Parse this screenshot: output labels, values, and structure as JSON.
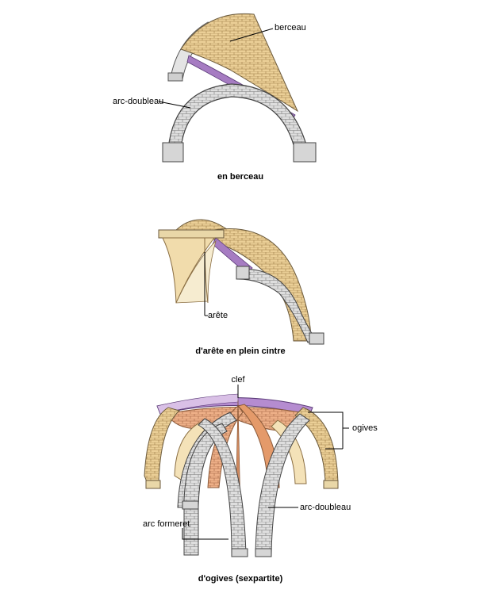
{
  "vaults": [
    {
      "caption": "en berceau",
      "labels": {
        "berceau": "berceau",
        "arc_doubleau": "arc-doubleau"
      }
    },
    {
      "caption": "d'arête en plein cintre",
      "labels": {
        "arete": "arête"
      }
    },
    {
      "caption": "d'ogives (sexpartite)",
      "labels": {
        "clef": "clef",
        "ogives": "ogives",
        "arc_formeret": "arc formeret",
        "arc_doubleau": "arc-doubleau"
      }
    }
  ],
  "colors": {
    "stone_light": "#f2e6c8",
    "stone_tan": "#e0c48c",
    "stone_grey": "#d8d8d8",
    "brick_violet": "#9a6fb8",
    "web_orange": "#e8a070"
  }
}
